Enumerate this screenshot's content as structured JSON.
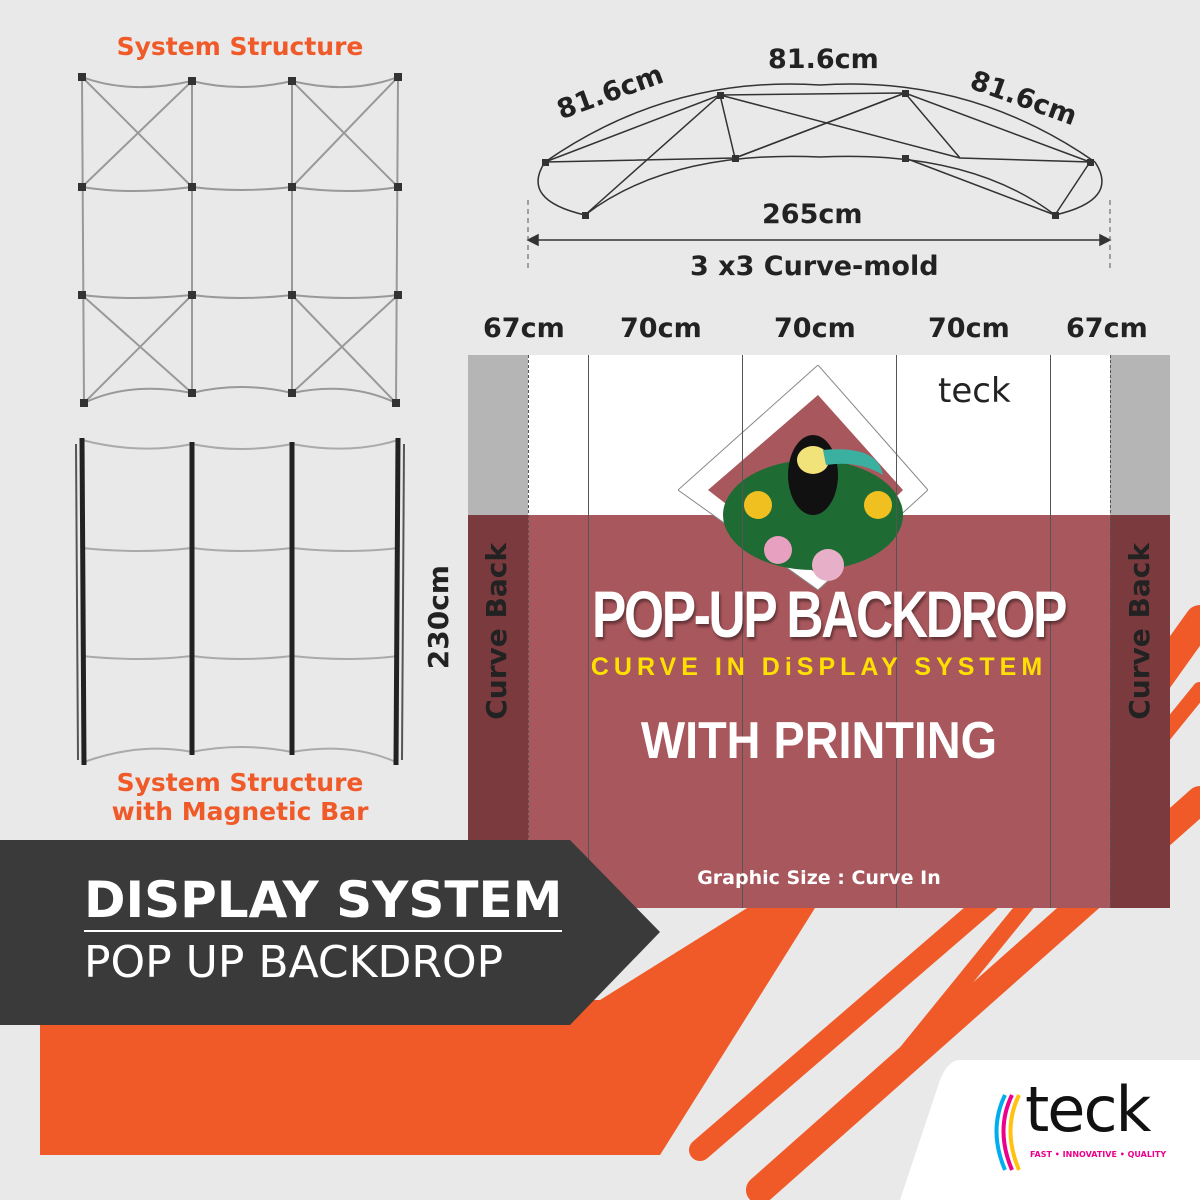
{
  "left": {
    "structure_label": "System Structure",
    "magnetic_label_1": "System Structure",
    "magnetic_label_2": "with Magnetic Bar"
  },
  "diagram": {
    "segment_left": "81.6cm",
    "segment_mid": "81.6cm",
    "segment_right": "81.6cm",
    "width": "265cm",
    "mold": "3 x3 Curve-mold"
  },
  "panel_widths": [
    "67cm",
    "70cm",
    "70cm",
    "70cm",
    "67cm"
  ],
  "height_label": "230cm",
  "backdrop": {
    "side_left": "Curve Back",
    "side_right": "Curve Back",
    "title": "POP-UP BACKDROP",
    "subtitle": "CURVE IN DiSPLAY SYSTEM",
    "tagline": "WITH PRINTING",
    "graphic_size": "Graphic Size : Curve In"
  },
  "banner": {
    "title": "DISPLAY SYSTEM",
    "subtitle": "POP UP BACKDROP"
  },
  "logo": {
    "name": "teck",
    "tagline": "FAST • INNOVATIVE • QUALITY"
  },
  "colors": {
    "orange": "#f05a28",
    "maroon": "#a8575c",
    "maroon_dark": "#7a3a3e",
    "banner": "#3a3a3a",
    "yellow": "#ffe000"
  }
}
